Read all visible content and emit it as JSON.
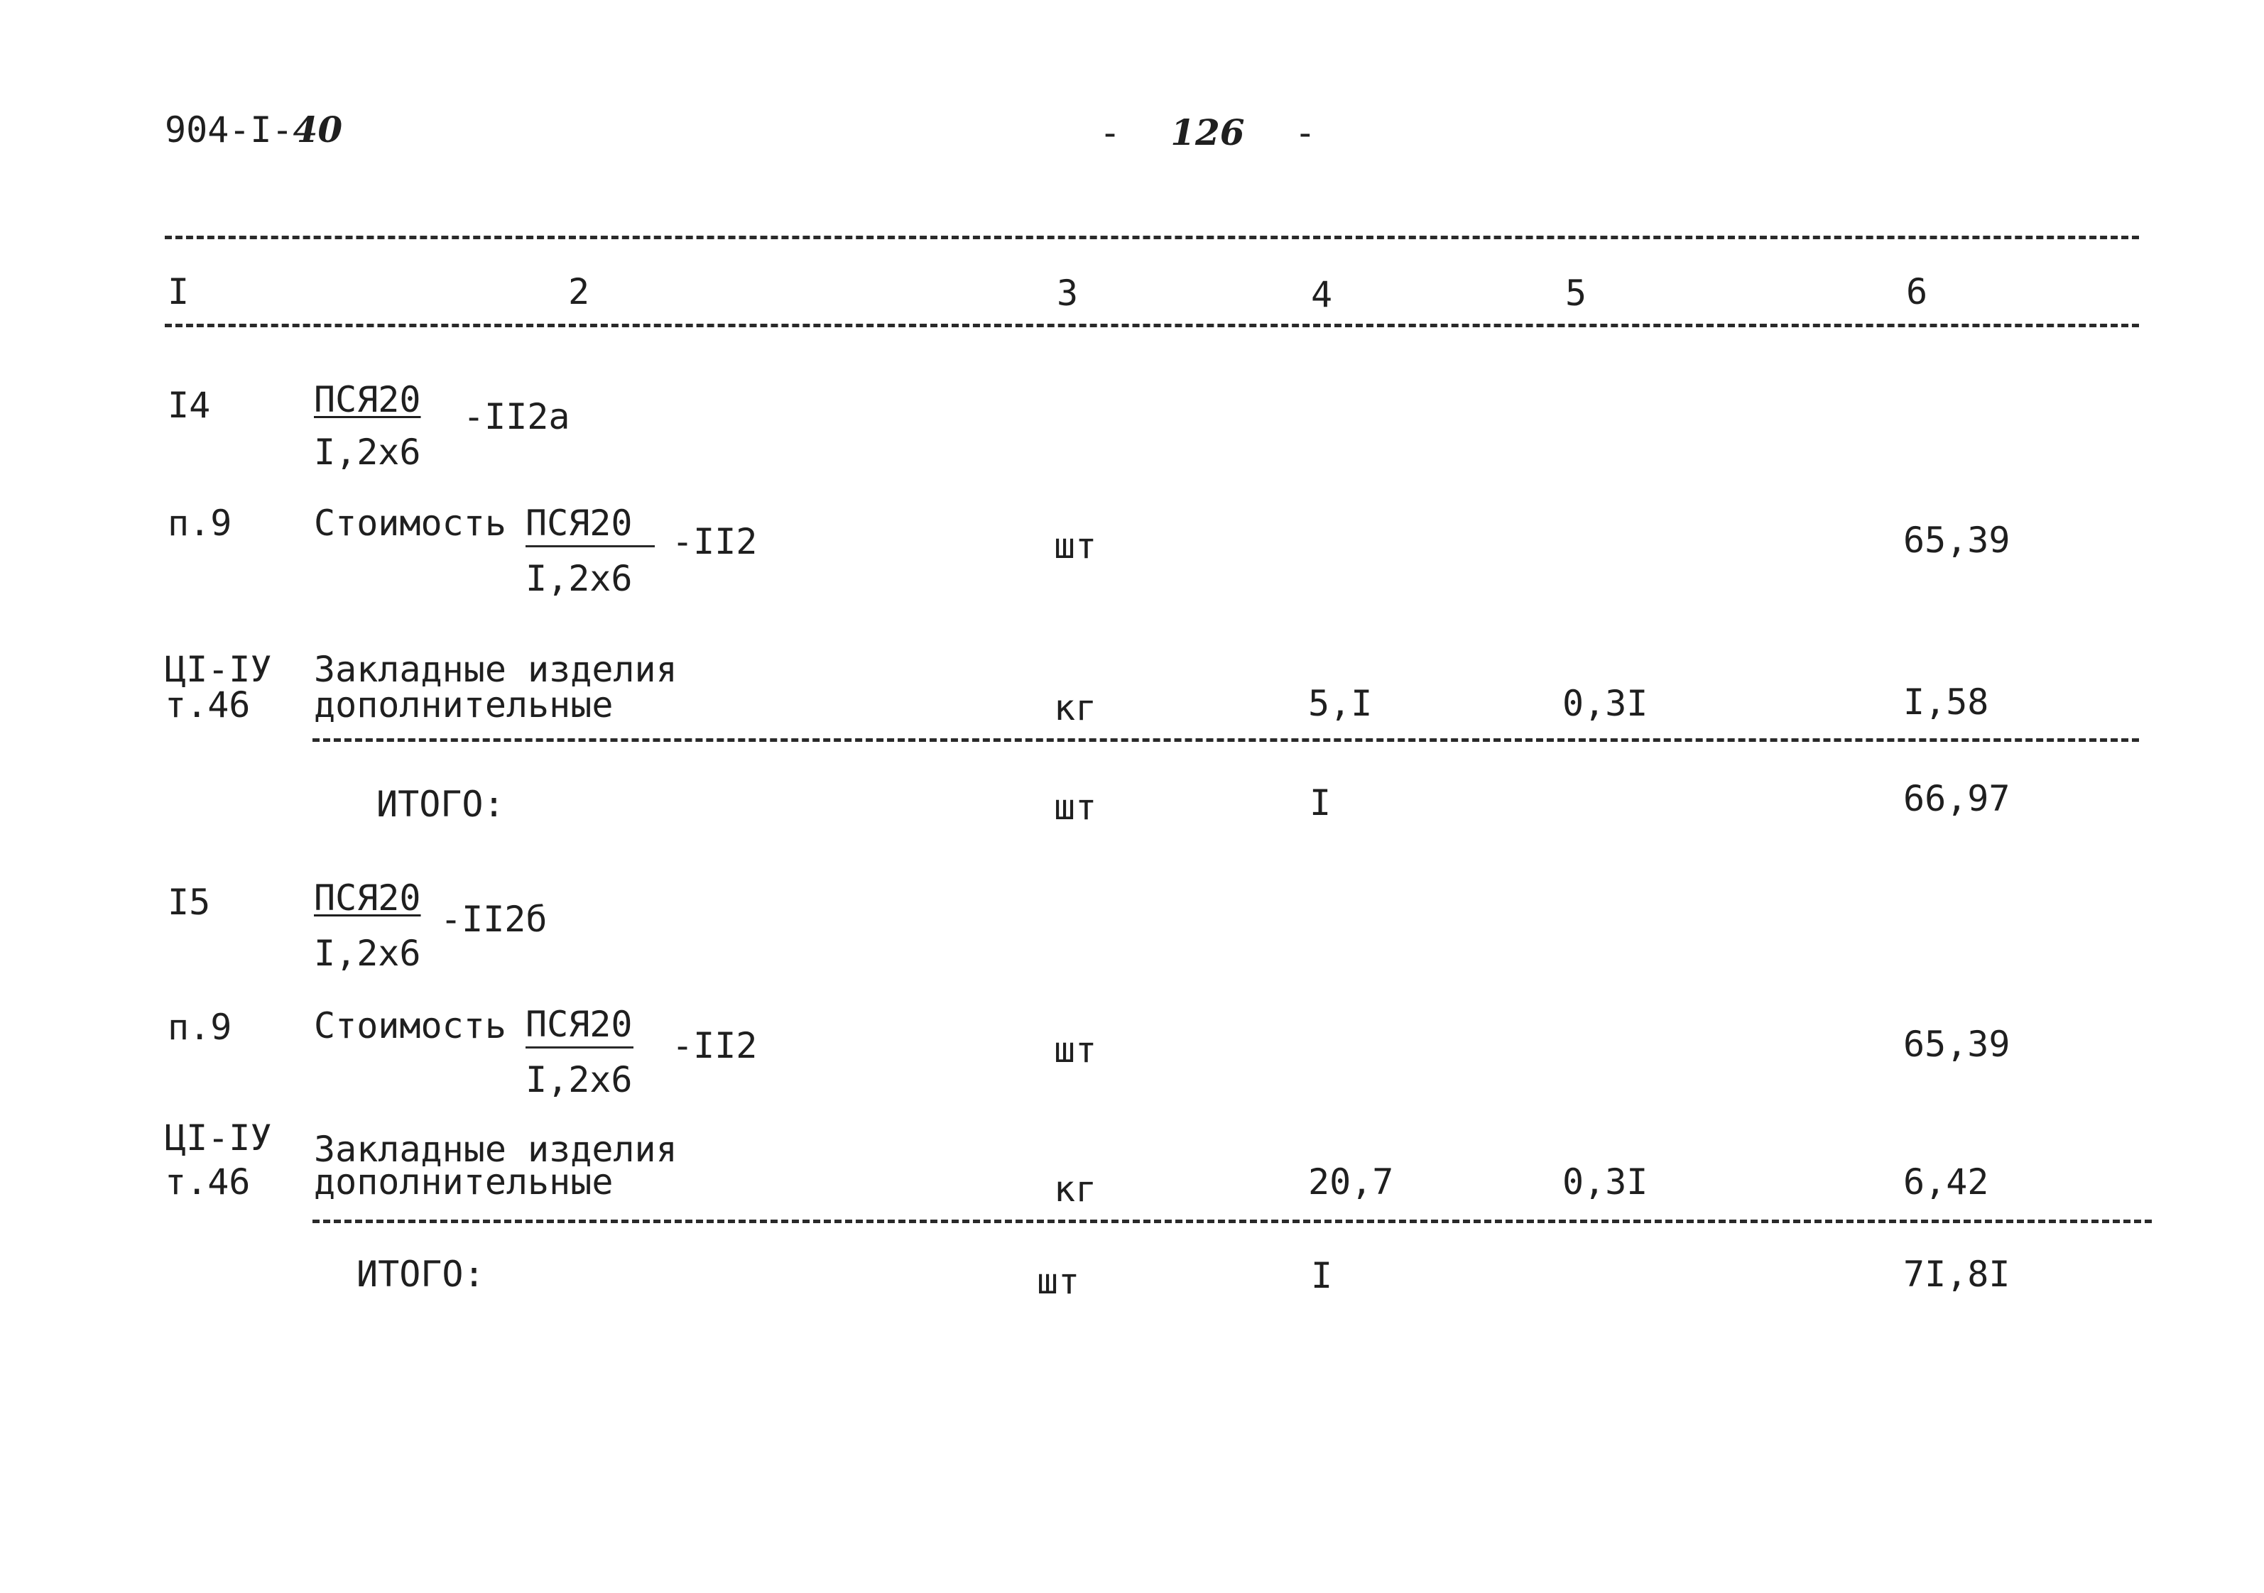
{
  "header": {
    "doc_code_prefix": "904-I-",
    "doc_code_handwritten": "40",
    "page_dash_left": "-",
    "page_number": "126",
    "page_dash_right": "-"
  },
  "table": {
    "columns": [
      "I",
      "2",
      "3",
      "4",
      "5",
      "6"
    ],
    "items": [
      {
        "number": "I4",
        "frac_top": "ПСЯ20",
        "frac_bottom": "I,2x6",
        "suffix": "-II2a",
        "rows": [
          {
            "ref": "п.9",
            "label": "Стоимость",
            "frac_top": "ПСЯ20",
            "frac_bottom": "I,2x6",
            "suffix": "-II2",
            "unit": "шт",
            "qty": "",
            "price": "",
            "total": "65,39"
          },
          {
            "ref_line1": "ЦI-IУ",
            "ref_line2": "т.46",
            "label_line1": "Закладные изделия",
            "label_line2": "дополнительные",
            "unit": "кг",
            "qty": "5,I",
            "price": "0,3I",
            "total": "I,58"
          }
        ],
        "subtotal": {
          "label": "ИТОГО:",
          "unit": "шт",
          "qty": "I",
          "total": "66,97"
        }
      },
      {
        "number": "I5",
        "frac_top": "ПСЯ20",
        "frac_bottom": "I,2x6",
        "suffix": "-II2б",
        "rows": [
          {
            "ref": "п.9",
            "label": "Стоимость",
            "frac_top": "ПСЯ20",
            "frac_bottom": "I,2x6",
            "suffix": "-II2",
            "unit": "шт",
            "qty": "",
            "price": "",
            "total": "65,39"
          },
          {
            "ref_line1": "ЦI-IУ",
            "ref_line2": "т.46",
            "label_line1": "Закладные изделия",
            "label_line2": "дополнительные",
            "unit": "кг",
            "qty": "20,7",
            "price": "0,3I",
            "total": "6,42"
          }
        ],
        "subtotal": {
          "label": "ИТОГО:",
          "unit": "шт",
          "qty": "I",
          "total": "7I,8I"
        }
      }
    ]
  }
}
